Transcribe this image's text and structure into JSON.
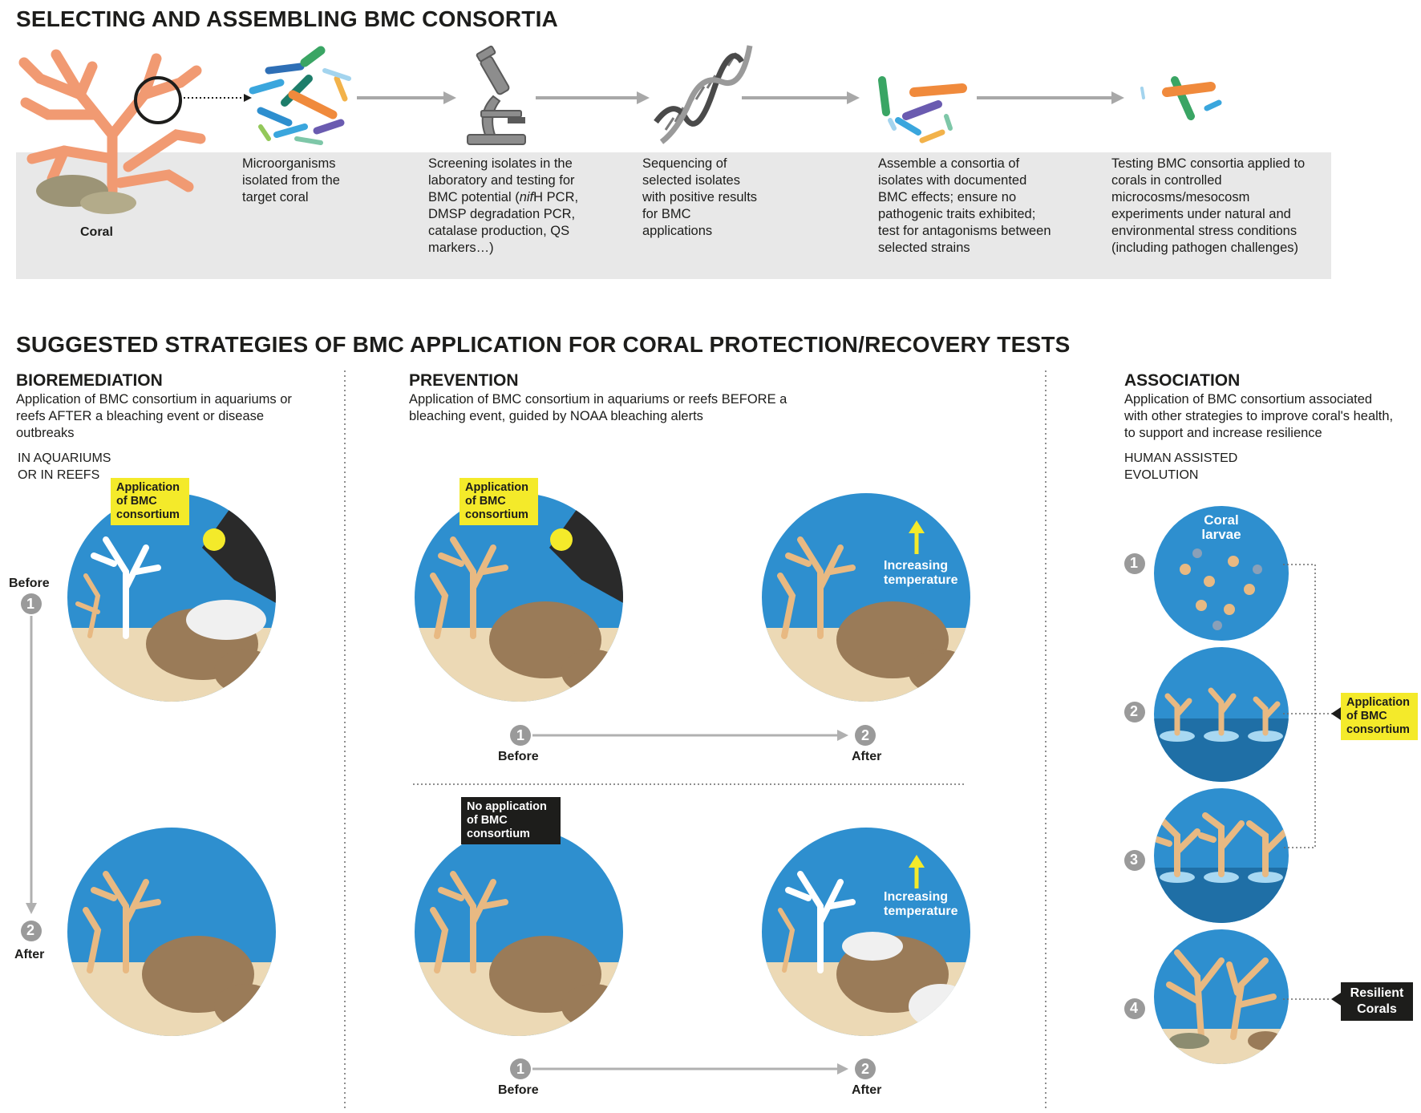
{
  "top": {
    "title": "SELECTING AND ASSEMBLING BMC CONSORTIA",
    "coral_label": "Coral",
    "steps": [
      "Microorganisms isolated from the target coral",
      "Screening isolates in the laboratory and testing for BMC potential (",
      "Sequencing of selected isolates with positive results for BMC applications",
      "Assemble a consortia of isolates with documented BMC effects; ensure no pathogenic traits exhibited; test for antagonisms between selected strains",
      "Testing BMC consortia applied to corals in controlled microcosms/mesocosm experiments under natural and environmental stress conditions (including pathogen challenges)"
    ],
    "step2_italic": "nif",
    "step2_rest": "H PCR, DMSP degradation PCR, catalase production, QS markers…)"
  },
  "strategies": {
    "title": "SUGGESTED STRATEGIES OF BMC APPLICATION FOR CORAL PROTECTION/RECOVERY TESTS",
    "bioremediation": {
      "heading": "BIOREMEDIATION",
      "desc": "Application of BMC consortium in aquariums or reefs AFTER a bleaching event or disease outbreaks",
      "sub": "IN AQUARIUMS OR IN REEFS",
      "callout": "Application of BMC consortium",
      "before": "Before",
      "after": "After",
      "n1": "1",
      "n2": "2"
    },
    "prevention": {
      "heading": "PREVENTION",
      "desc": "Application of BMC consortium in aquariums or reefs BEFORE a bleaching event, guided by NOAA bleaching alerts",
      "callout_yes": "Application of BMC consortium",
      "callout_no": "No application of BMC consortium",
      "temp": "Increasing temperature",
      "before": "Before",
      "after": "After",
      "n1": "1",
      "n2": "2"
    },
    "association": {
      "heading": "ASSOCIATION",
      "desc": "Application of BMC consortium associated with other strategies to improve coral's health, to support and increase resilience",
      "sub": "HUMAN ASSISTED EVOLUTION",
      "larvae": "Coral larvae",
      "callout": "Application of BMC consortium",
      "resilient": "Resilient Corals",
      "nums": [
        "1",
        "2",
        "3",
        "4"
      ]
    }
  },
  "colors": {
    "sea": "#2e8fcf",
    "sand": "#ecd9b5",
    "coral": "#e8b982",
    "brain": "#9a7b58",
    "yellow": "#f4ea2a",
    "grey_band": "#e8e8e8",
    "orange_coral": "#f19a72"
  }
}
